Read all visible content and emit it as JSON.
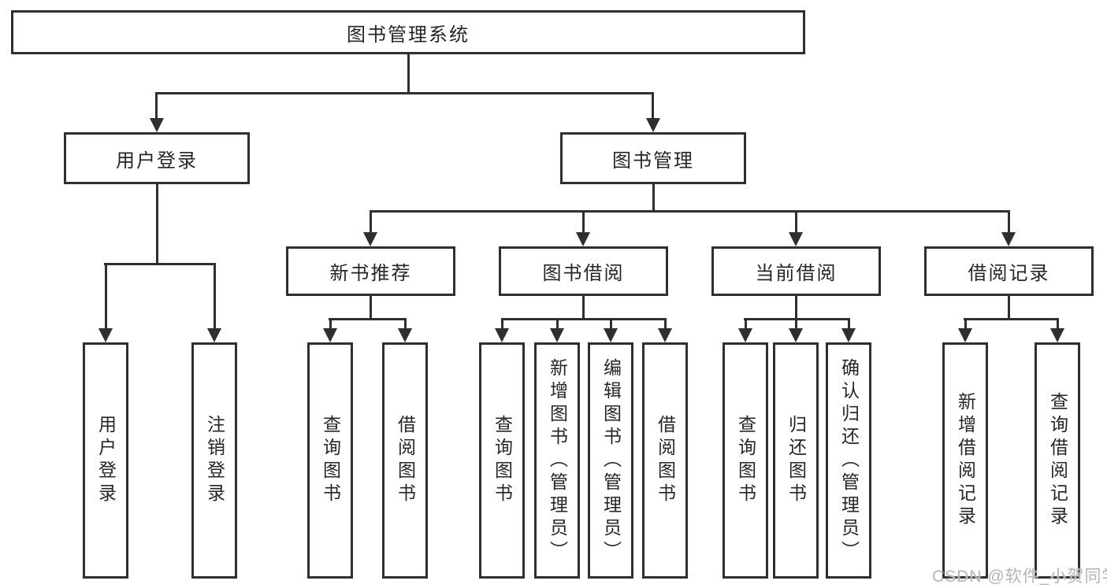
{
  "tree": {
    "root": {
      "label": "图书管理系统",
      "children": [
        {
          "label": "用户登录",
          "children": [
            {
              "label": "用户登录"
            },
            {
              "label": "注销登录"
            }
          ]
        },
        {
          "label": "图书管理",
          "children": [
            {
              "label": "新书推荐",
              "children": [
                {
                  "label": "查询图书"
                },
                {
                  "label": "借阅图书"
                }
              ]
            },
            {
              "label": "图书借阅",
              "children": [
                {
                  "label": "查询图书"
                },
                {
                  "label": "新增图书（管理员）"
                },
                {
                  "label": "编辑图书（管理员）"
                },
                {
                  "label": "借阅图书"
                }
              ]
            },
            {
              "label": "当前借阅",
              "children": [
                {
                  "label": "查询图书"
                },
                {
                  "label": "归还图书"
                },
                {
                  "label": "确认归还（管理员）"
                }
              ]
            },
            {
              "label": "借阅记录",
              "children": [
                {
                  "label": "新增借阅记录"
                },
                {
                  "label": "查询借阅记录"
                }
              ]
            }
          ]
        }
      ]
    }
  },
  "watermark": "CSDN @软件_小贺同学",
  "colors": {
    "line": "#2f2f2f",
    "text": "#262626",
    "background": "#ffffff",
    "watermark": "#b5b5b5"
  }
}
